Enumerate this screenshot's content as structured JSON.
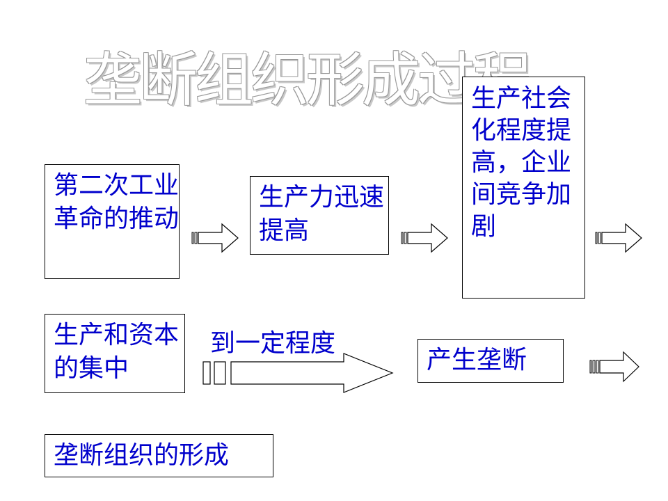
{
  "title": "垄断组织形成过程",
  "boxes": {
    "industrial_revolution": "第二次工业革命的推动",
    "productivity_growth": "生产力迅速提高",
    "socialization": "生产社会化程度提高，企业间竞争加剧",
    "concentration": "生产和资本的集中",
    "monopoly_emerges": "产生垄断",
    "monopoly_formation": "垄断组织的形成"
  },
  "arrow_label": "到一定程度",
  "colors": {
    "text": "#0000cc",
    "border": "#000000"
  }
}
